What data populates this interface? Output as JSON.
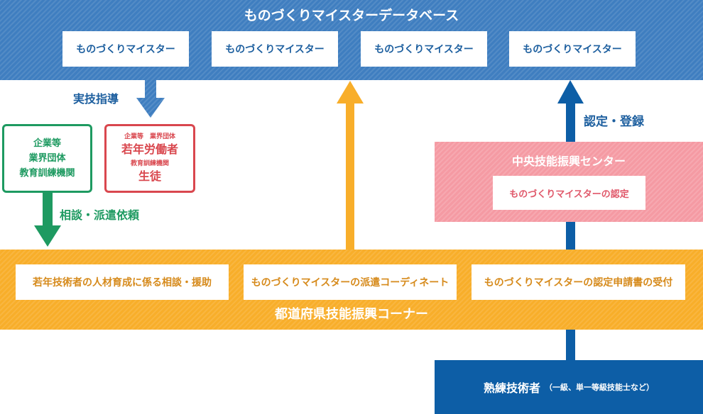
{
  "database": {
    "title": "ものづくりマイスターデータベース",
    "entries": [
      "ものづくりマイスター",
      "ものづくりマイスター",
      "ものづくりマイスター",
      "ものづくりマイスター"
    ]
  },
  "labels": {
    "practical_guidance": "実技指導",
    "consult_dispatch": "相談・派遣依頼",
    "certify_register": "認定・登録"
  },
  "company": {
    "lines": [
      "企業等",
      "業界団体",
      "教育訓練機関"
    ]
  },
  "youth": {
    "top_small": "企業等　業界団体",
    "top_big": "若年労働者",
    "bottom_small": "教育訓練機関",
    "bottom_big": "生徒"
  },
  "central_center": {
    "title": "中央技能振興センター",
    "certification": "ものづくりマイスターの認定"
  },
  "prefecture": {
    "title": "都道府県技能振興コーナー",
    "services": [
      "若年技術者の人材育成に係る相談・援助",
      "ものづくりマイスターの派遣コーディネート",
      "ものづくりマイスターの認定申請書の受付"
    ]
  },
  "skilled_worker": {
    "label": "熟練技術者",
    "note": "（一級、単一等級技能士など）"
  },
  "colors": {
    "db_blue": "#3f7ec0",
    "pref_orange": "#f8ae2a",
    "center_pink": "#f59aa3",
    "skilled_navy": "#0d5ea6",
    "green": "#1e9a61",
    "red": "#d9474e"
  }
}
